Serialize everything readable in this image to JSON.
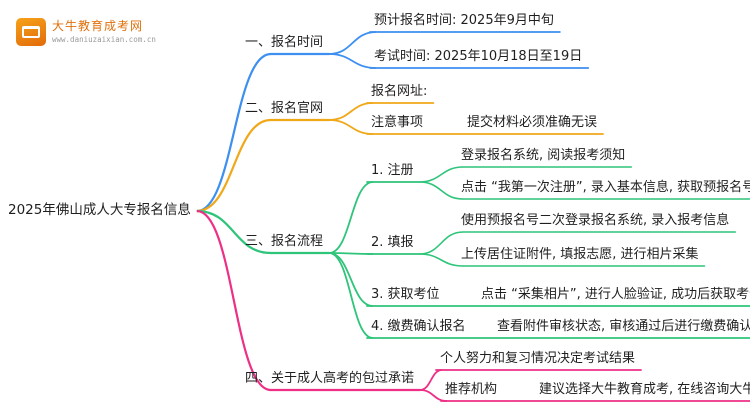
{
  "logo": {
    "name": "大牛教育成考网",
    "url": "www.daniuzaixian.com.cn",
    "icon": "book-logo-icon"
  },
  "root": {
    "label": "2025年佛山成人大专报名信息"
  },
  "branches": [
    {
      "label": "一、报名时间",
      "color": "#3d8ff0",
      "children": [
        {
          "label": "预计报名时间: 2025年9月中旬",
          "children": []
        },
        {
          "label": "考试时间: 2025年10月18日至19日",
          "children": []
        }
      ]
    },
    {
      "label": "二、报名官网",
      "color": "#f0a818",
      "children": [
        {
          "label": "报名网址:",
          "children": []
        },
        {
          "label": "注意事项",
          "children": [
            {
              "label": "提交材料必须准确无误"
            }
          ]
        }
      ]
    },
    {
      "label": "三、报名流程",
      "color": "#2ec47a",
      "children": [
        {
          "label": "1. 注册",
          "children": [
            {
              "label": "登录报名系统, 阅读报考须知"
            },
            {
              "label": "点击 “我第一次注册”, 录入基本信息, 获取预报名号"
            }
          ]
        },
        {
          "label": "2. 填报",
          "children": [
            {
              "label": "使用预报名号二次登录报名系统, 录入报考信息"
            },
            {
              "label": "上传居住证附件, 填报志愿, 进行相片采集"
            }
          ]
        },
        {
          "label": "3. 获取考位",
          "children": [
            {
              "label": "点击 “采集相片”, 进行人脸验证, 成功后获取考位"
            }
          ]
        },
        {
          "label": "4. 缴费确认报名",
          "children": [
            {
              "label": "查看附件审核状态, 审核通过后进行缴费确认"
            }
          ]
        }
      ]
    },
    {
      "label": "四、关于成人高考的包过承诺",
      "color": "#ee2f86",
      "children": [
        {
          "label": "个人努力和复习情况决定考试结果",
          "children": []
        },
        {
          "label": "推荐机构",
          "children": [
            {
              "label": "建议选择大牛教育成考, 在线咨询大牛老师"
            }
          ]
        }
      ]
    }
  ]
}
